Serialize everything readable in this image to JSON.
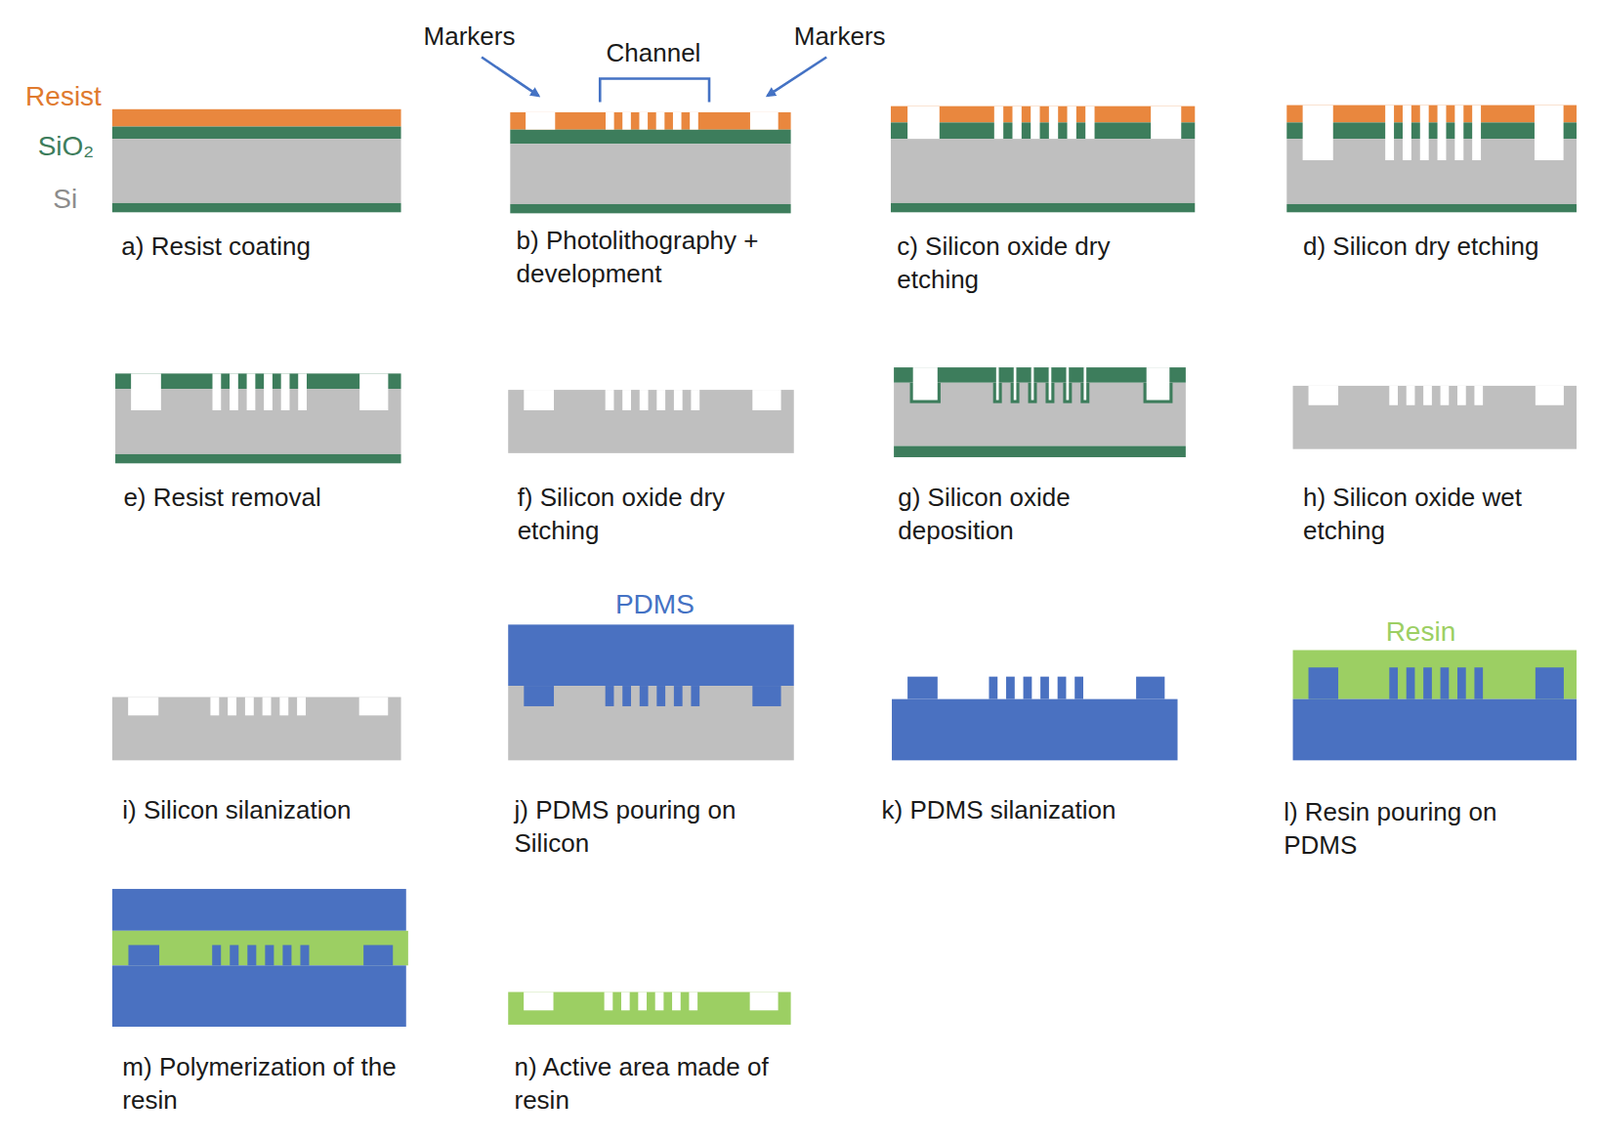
{
  "diagram": {
    "labels": [
      "Resist",
      "SiO₂",
      "Si",
      "Markers",
      "Channel",
      "Markers",
      "a) Resist coating",
      "b) Photolithography + development",
      "c) Silicon oxide dry etching",
      "d) Silicon dry etching",
      "e) Resist removal",
      "f) Silicon oxide dry etching",
      "g) Silicon oxide deposition",
      "h) Silicon oxide wet etching",
      "PDMS",
      "i) Silicon silanization",
      "j) PDMS pouring on Silicon",
      "k) PDMS silanization",
      "Resin",
      "l) Resin pouring on PDMS",
      "m) Polymerization of the resin",
      "n) Active area made of resin"
    ]
  }
}
